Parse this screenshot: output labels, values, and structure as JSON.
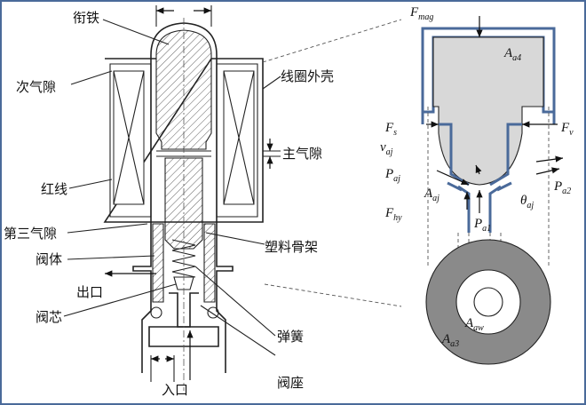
{
  "left_labels": {
    "armature": "衔铁",
    "secondary_gap": "次气隙",
    "coil_shell": "线圈外壳",
    "main_gap": "主气隙",
    "red_wire": "红线",
    "third_gap": "第三气隙",
    "valve_body": "阀体",
    "plastic_bobbin": "塑料骨架",
    "outlet": "出口",
    "valve_core": "阀芯",
    "spring": "弹簧",
    "valve_seat": "阀座",
    "inlet": "入口"
  },
  "right_labels": {
    "f_mag": {
      "main": "F",
      "sub": "mag"
    },
    "a_a4": {
      "main": "A",
      "sub": "a4"
    },
    "f_s": {
      "main": "F",
      "sub": "s"
    },
    "v_aj": {
      "main": "v",
      "sub": "aj"
    },
    "f_v": {
      "main": "F",
      "sub": "v"
    },
    "p_aj": {
      "main": "P",
      "sub": "aj"
    },
    "a_aj": {
      "main": "A",
      "sub": "aj"
    },
    "f_hy": {
      "main": "F",
      "sub": "hy"
    },
    "p_a1": {
      "main": "P",
      "sub": "a1"
    },
    "p_a2": {
      "main": "P",
      "sub": "a2"
    },
    "theta_aj": {
      "main": "θ",
      "sub": "aj"
    },
    "a_aw": {
      "main": "A",
      "sub": "aw"
    },
    "a_a3": {
      "main": "A",
      "sub": "a3"
    }
  },
  "colors": {
    "frame": "#4a6a9a",
    "chamber_fill": "#d8d8d8",
    "annulus_fill": "#8a8a8a",
    "line": "#222222"
  }
}
